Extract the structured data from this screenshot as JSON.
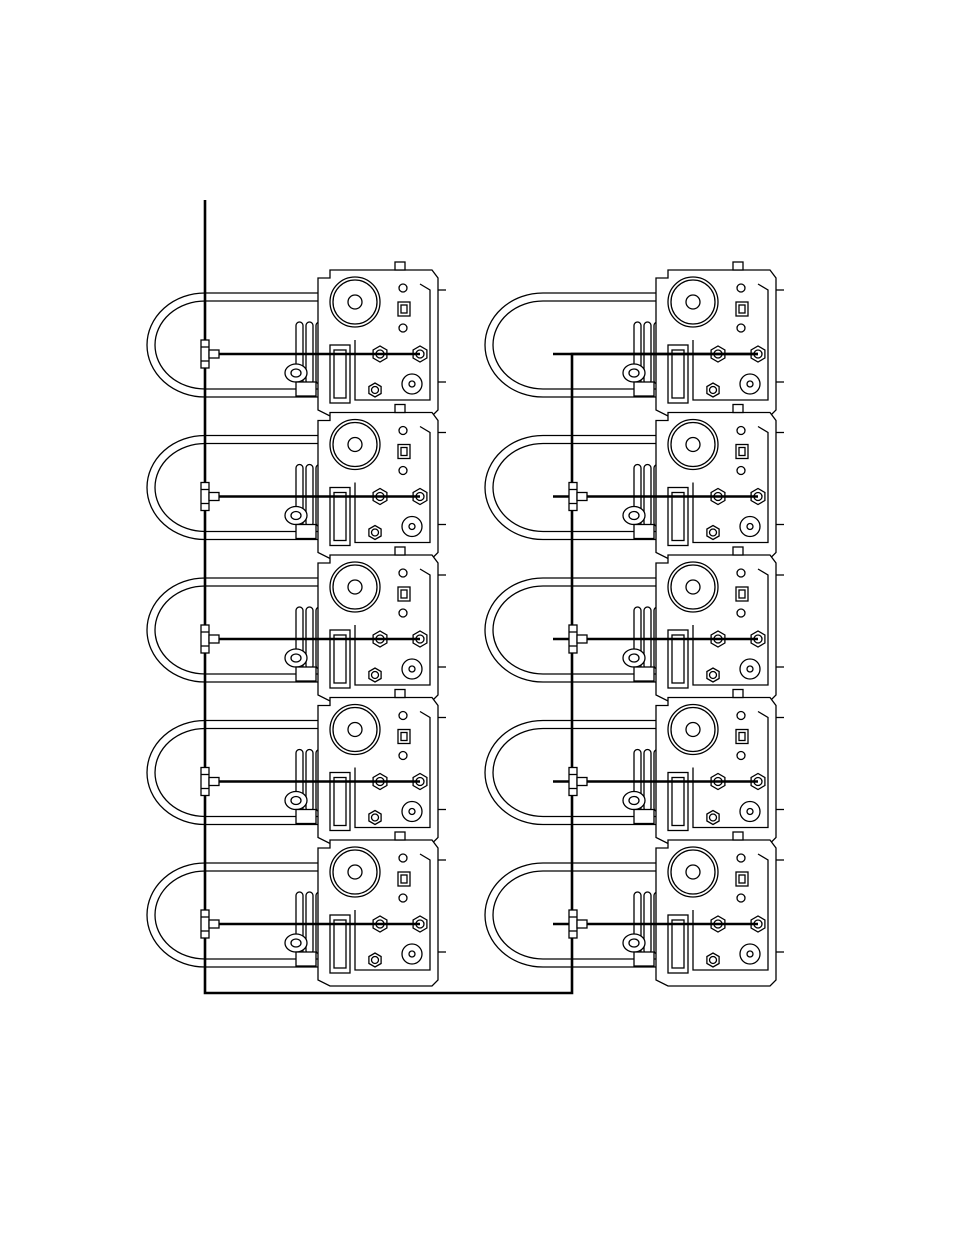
{
  "diagram": {
    "description_free": true,
    "columns": 2,
    "units_per_column": 5,
    "line_color": "#000000",
    "background": "#ffffff",
    "components": {
      "unit": "pump-head-unit",
      "tube_loop": "tube-loop",
      "coil": "coil",
      "manifold": "manifold-line",
      "tee": "tee-fitting"
    }
  }
}
